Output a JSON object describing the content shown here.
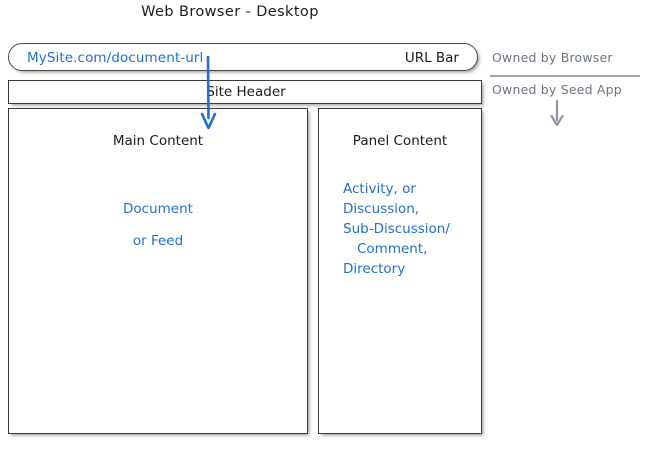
{
  "title": "Web Browser - Desktop",
  "colors": {
    "blue_accent": "#1f6fd0",
    "ink": "#1b1b1b",
    "annotation_gray": "#6b7683",
    "box_stroke": "#3a3a3a"
  },
  "browser": {
    "url_bar": {
      "value": "MySite.com/document-url",
      "label": "URL Bar"
    }
  },
  "site": {
    "header_label": "Site Header",
    "main_column": {
      "title": "Main Content",
      "lines": [
        "Document",
        "or Feed"
      ]
    },
    "panel_column": {
      "title": "Panel Content",
      "lines": [
        "Activity, or",
        "Discussion,",
        "Sub-Discussion/",
        "Comment,",
        "Directory"
      ]
    }
  },
  "annotations": {
    "owned_by_browser": "Owned by Browser",
    "owned_by_seed_app": "Owned by Seed App"
  },
  "icons": {
    "blue_pointer_arrow": "arrow-down-icon",
    "gray_ownership_arrow": "arrow-down-icon"
  }
}
